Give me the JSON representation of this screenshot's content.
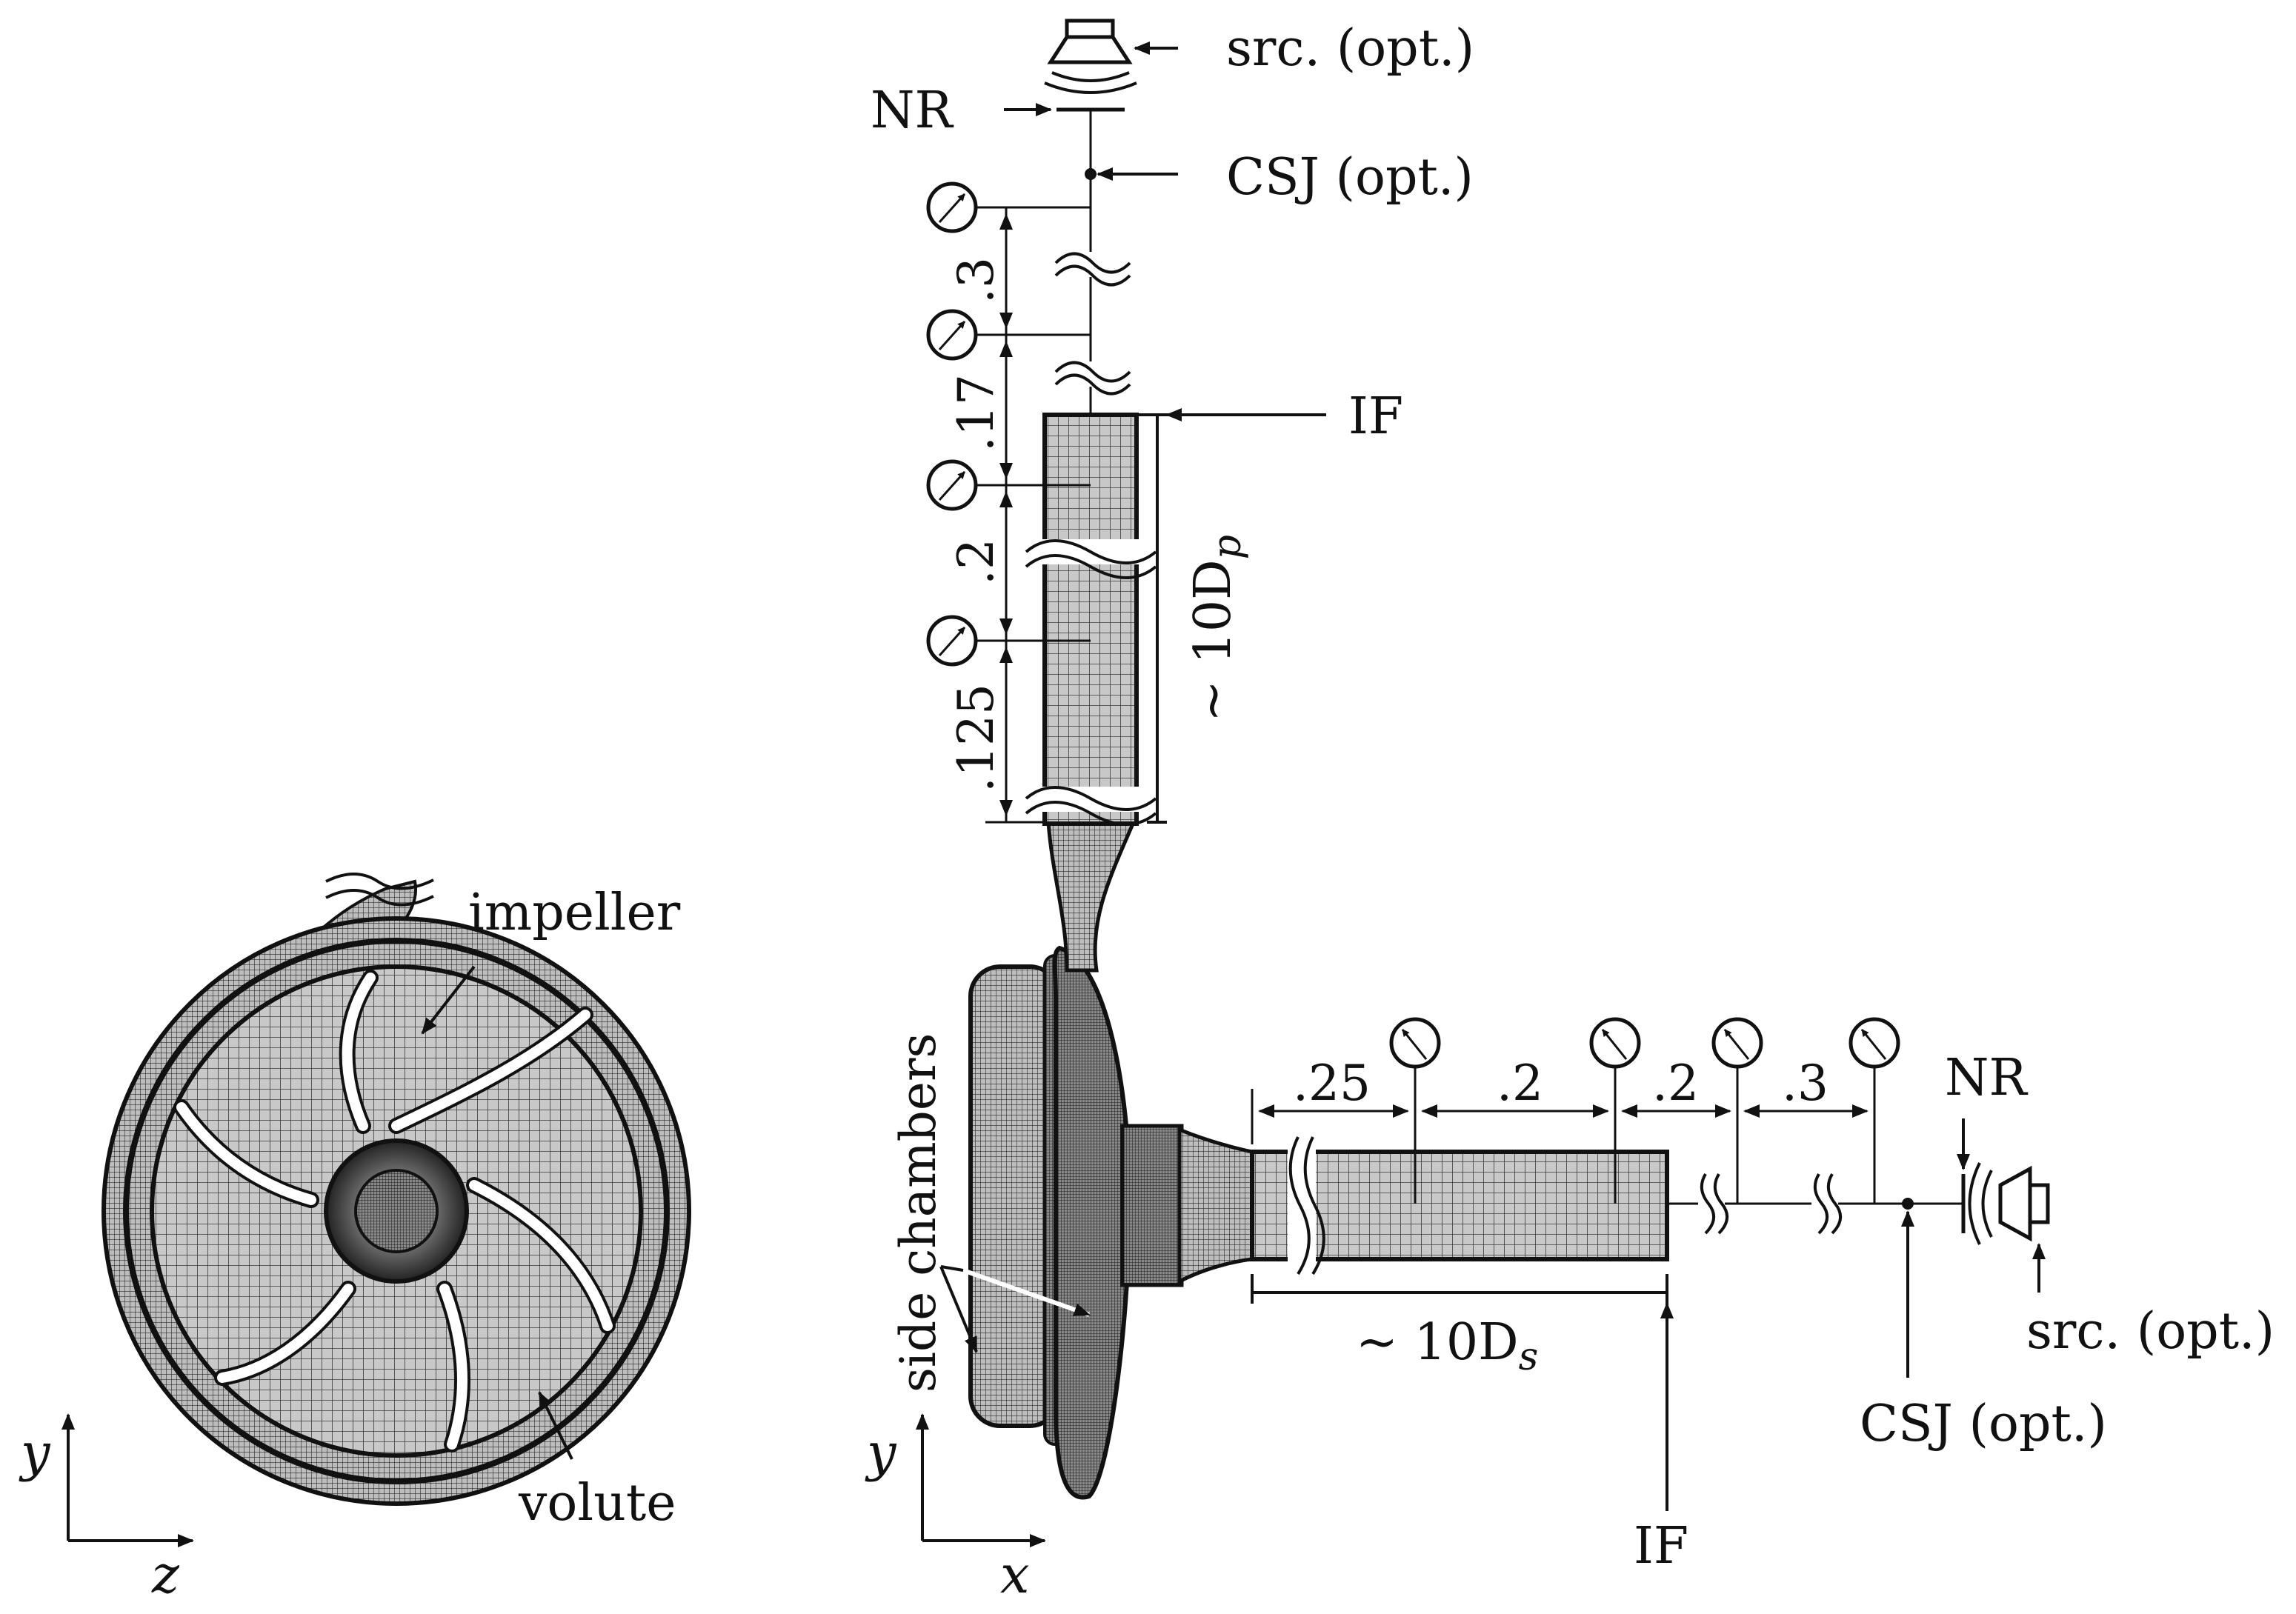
{
  "views": {
    "left": {
      "labels": {
        "impeller": "impeller",
        "volute": "volute"
      },
      "axes": {
        "vertical": "y",
        "horizontal": "z"
      }
    },
    "right": {
      "axes": {
        "vertical": "y",
        "horizontal": "x"
      },
      "side_chambers": "side chambers",
      "discharge": {
        "src": "src. (opt.)",
        "nr": "NR",
        "csj": "CSJ (opt.)",
        "if_label": "IF",
        "length": "10D",
        "length_sub": "p",
        "tilde": "~",
        "spacings": [
          ".3",
          ".17",
          ".2",
          ".125"
        ]
      },
      "suction": {
        "src": "src. (opt.)",
        "nr": "NR",
        "csj": "CSJ (opt.)",
        "if_label": "IF",
        "length": "10D",
        "length_sub": "s",
        "tilde": "~",
        "spacings": [
          ".25",
          ".2",
          ".2",
          ".3"
        ]
      }
    }
  }
}
